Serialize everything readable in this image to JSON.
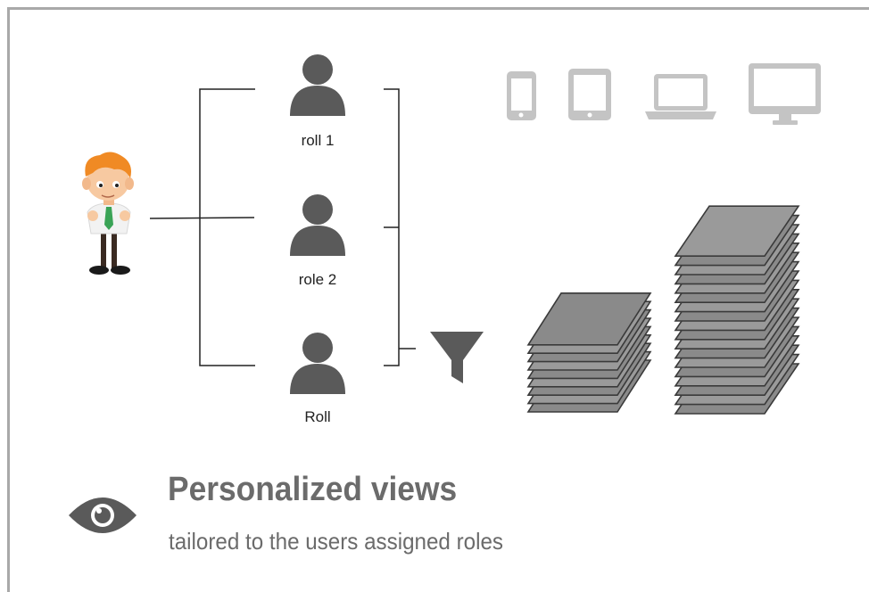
{
  "roles": [
    {
      "label": "roll 1"
    },
    {
      "label": "role 2"
    },
    {
      "label": "Roll"
    }
  ],
  "heading": {
    "title": "Personalized views",
    "subtitle": "tailored to the users assigned roles"
  },
  "devices": [
    "smartphone-icon",
    "tablet-icon",
    "laptop-icon",
    "desktop-monitor-icon"
  ],
  "stacks": {
    "small_layers": 9,
    "large_layers": 18
  },
  "colors": {
    "icon_gray": "#c4c4c4",
    "dark_gray": "#5a5a5a",
    "text_gray": "#6b6b6b",
    "frame_gray": "#a9a9a9"
  }
}
